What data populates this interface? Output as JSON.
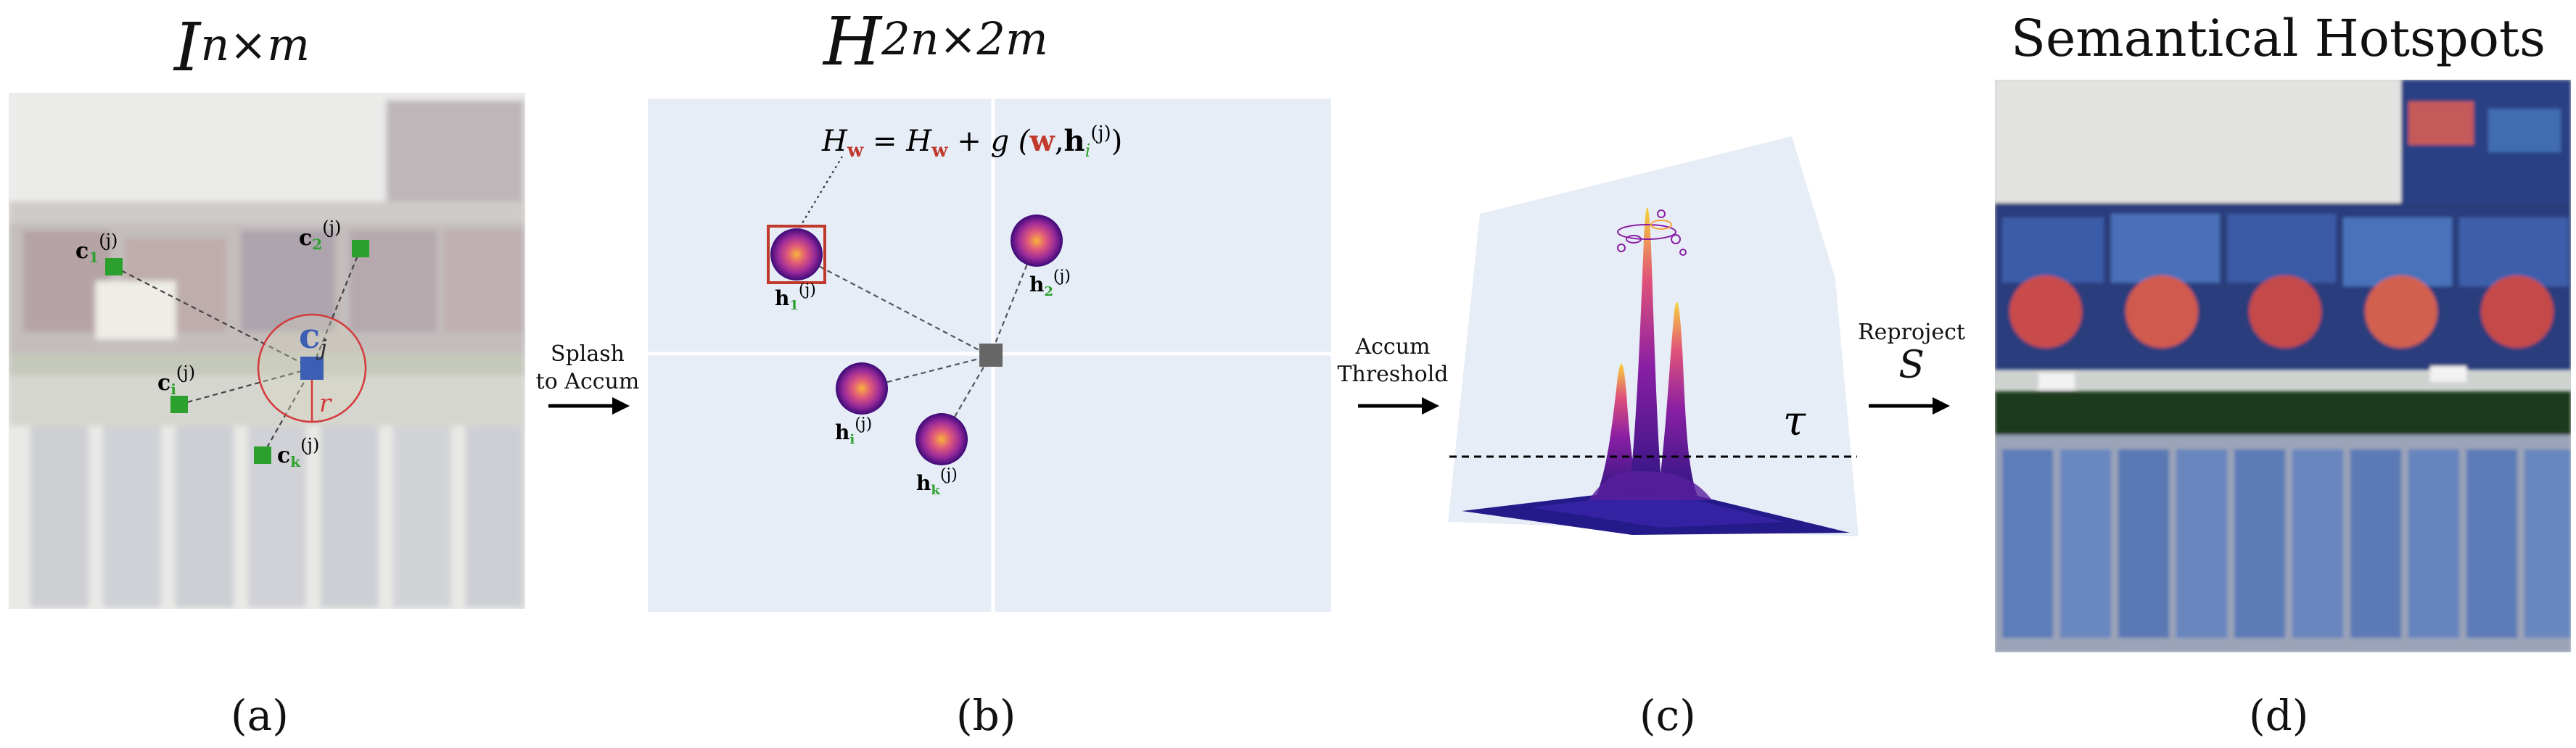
{
  "panel_a": {
    "title_base": "I",
    "title_sup": "n×m",
    "caption": "(a)",
    "labels": {
      "c1": "c",
      "c1_sub": "1",
      "c1_sup": "(j)",
      "c2": "c",
      "c2_sub": "2",
      "c2_sup": "(j)",
      "ci": "c",
      "ci_sub": "i",
      "ci_sup": "(j)",
      "ck": "c",
      "ck_sub": "k",
      "ck_sup": "(j)",
      "cj": "c",
      "cj_sub": "j",
      "r": "r"
    }
  },
  "panel_b": {
    "title_base": "H",
    "title_sup": "2n×2m",
    "caption": "(b)",
    "formula": {
      "lhs": "H",
      "lhs_sub": "w",
      "eq": " = ",
      "rhs": "H",
      "rhs_sub": "w",
      "plus": " + g (",
      "w": "w",
      "comma": ",",
      "h": "h",
      "h_sub": "i",
      "h_sup": "(j)",
      "close": ")"
    },
    "labels": {
      "h1": "h",
      "h1_sub": "1",
      "h1_sup": "(j)",
      "h2": "h",
      "h2_sub": "2",
      "h2_sup": "(j)",
      "hi": "h",
      "hi_sub": "i",
      "hi_sup": "(j)",
      "hk": "h",
      "hk_sub": "k",
      "hk_sup": "(j)"
    }
  },
  "panel_c": {
    "caption": "(c)",
    "tau": "τ"
  },
  "panel_d": {
    "title": "Semantical Hotspots",
    "caption": "(d)"
  },
  "arrows": {
    "splash": {
      "line1": "Splash",
      "line2": "to Accum"
    },
    "threshold": {
      "line1": "Accum",
      "line2": "Threshold"
    },
    "reproject": {
      "line1": "Reproject",
      "symbol": "S"
    }
  },
  "colors": {
    "green_marker": "#2ca02c",
    "blue_marker": "#3d5fb3",
    "red_circle": "#d43a3a",
    "accum_bg": "#e6edf7",
    "blob_outer": "#3c0a78",
    "blob_mid": "#b5379c",
    "blob_core": "#f7b33a"
  }
}
